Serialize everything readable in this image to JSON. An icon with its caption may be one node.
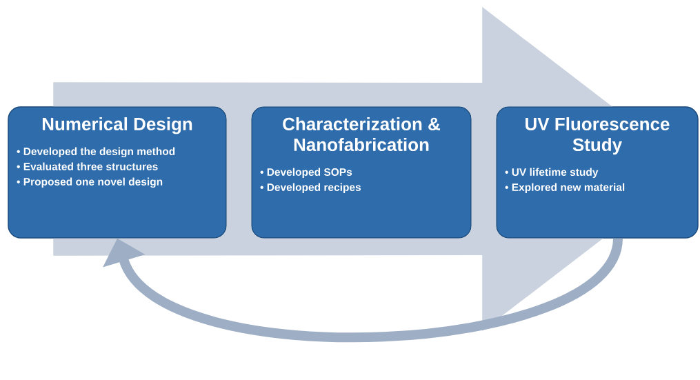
{
  "diagram": {
    "nodes": [
      {
        "text": [
          "Numerical Design",
          "• Developed the design method",
          "• Evaluated three structures",
          "• Proposed one novel design"
        ]
      },
      {
        "text": [
          "Characterization & Nanofabrication",
          "• Developed SOPs",
          "• Developed recipes"
        ]
      },
      {
        "text": [
          "UV Fluorescence Study",
          "• UV lifetime study",
          "• Explored new material"
        ]
      }
    ],
    "edges": [
      {
        "from": 0,
        "to": 2,
        "arrow": "to",
        "style": "thick"
      },
      {
        "from": 2,
        "to": 0,
        "arrow": "to"
      }
    ]
  }
}
